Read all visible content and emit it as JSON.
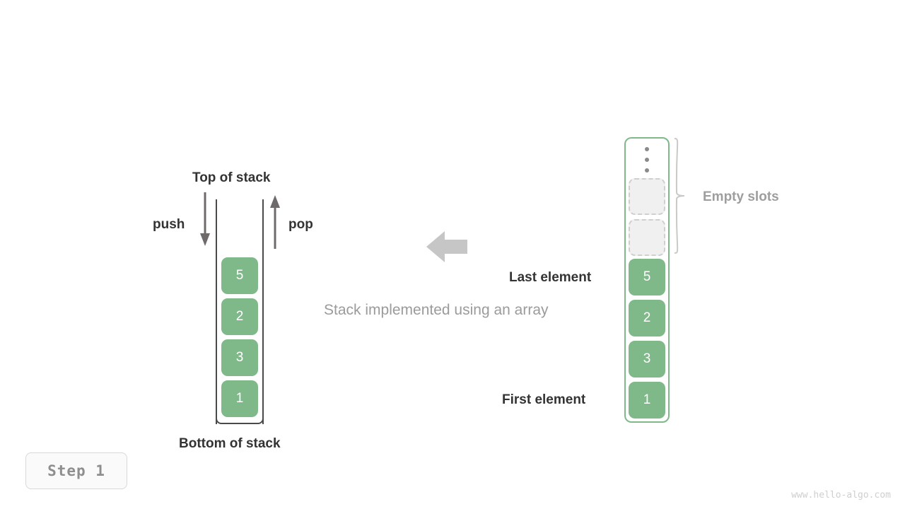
{
  "meta": {
    "caption": "Stack implemented using an array",
    "step_label": "Step 1",
    "watermark": "www.hello-algo.com",
    "colors": {
      "cell_fill": "#7fb98a",
      "cell_text": "#ffffff",
      "array_border": "#7fb98a",
      "container_wall": "#4a4a4a",
      "empty_slot_fill": "#f0f0f0",
      "empty_slot_border": "#cfcfcf",
      "label_dark": "#333333",
      "label_gray": "#9e9e9e",
      "flow_arrow": "#c6c6c6"
    }
  },
  "left_stack": {
    "top_label": "Top of stack",
    "bottom_label": "Bottom of stack",
    "push_label": "push",
    "pop_label": "pop",
    "cells": [
      {
        "value": "5"
      },
      {
        "value": "2"
      },
      {
        "value": "3"
      },
      {
        "value": "1"
      }
    ]
  },
  "flow": {
    "arrow_direction": "left",
    "arrow_icon": "arrow-left-icon"
  },
  "right_array": {
    "ellipsis_icon": "vertical-ellipsis-icon",
    "empty_slots_label": "Empty slots",
    "last_element_label": "Last element",
    "first_element_label": "First element",
    "empty_slot_count": 2,
    "cells": [
      {
        "value": "5"
      },
      {
        "value": "2"
      },
      {
        "value": "3"
      },
      {
        "value": "1"
      }
    ]
  }
}
